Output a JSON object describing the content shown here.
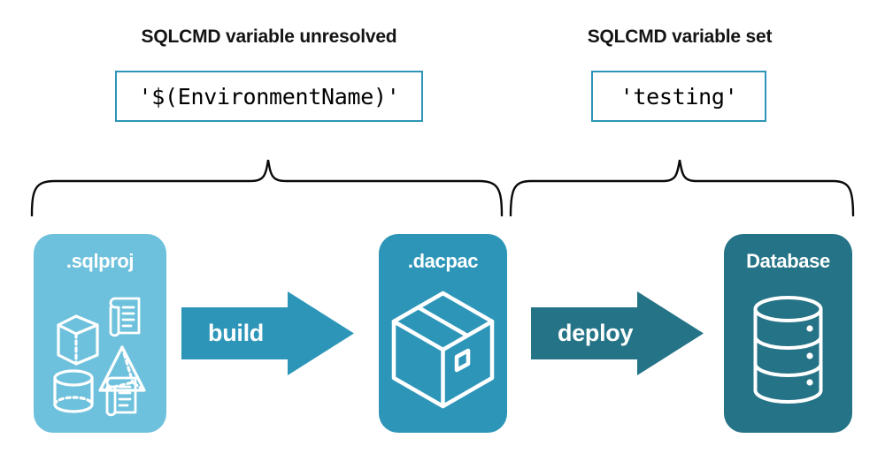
{
  "diagram": {
    "title_left": "SQLCMD variable unresolved",
    "title_right": "SQLCMD variable set",
    "code_left": "'$(EnvironmentName)'",
    "code_right": "'testing'",
    "stages": [
      {
        "label": ".sqlproj",
        "icon": "project-artifacts-icon",
        "color": "#6EC1DC"
      },
      {
        "label": ".dacpac",
        "icon": "package-box-icon",
        "color": "#2D96B8"
      },
      {
        "label": "Database",
        "icon": "database-cylinder-icon",
        "color": "#257386"
      }
    ],
    "arrows": [
      {
        "label": "build",
        "color": "#2D96B8"
      },
      {
        "label": "deploy",
        "color": "#257386"
      }
    ],
    "colors": {
      "light_blue": "#6EC1DC",
      "mid_teal": "#2D96B8",
      "dark_teal": "#257386",
      "border_teal": "#2D96B8",
      "text": "#141414",
      "background": "#ffffff"
    }
  }
}
